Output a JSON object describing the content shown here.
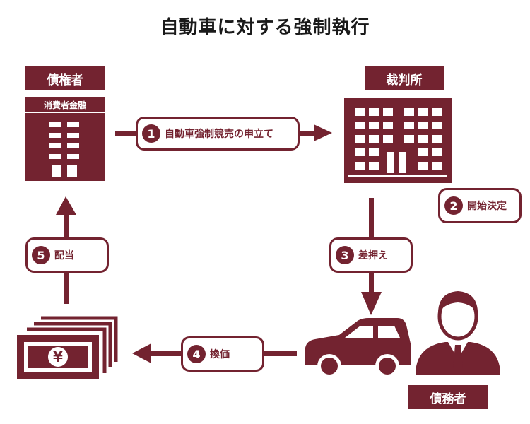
{
  "title": "自動車に対する強制執行",
  "creditor": {
    "label": "債権者",
    "sublabel": "消費者金融"
  },
  "court": {
    "label": "裁判所"
  },
  "debtor": {
    "label": "債務者"
  },
  "steps": [
    {
      "num": "1",
      "label": "自動車強制競売の申立て"
    },
    {
      "num": "2",
      "label": "開始決定"
    },
    {
      "num": "3",
      "label": "差押え"
    },
    {
      "num": "4",
      "label": "換価"
    },
    {
      "num": "5",
      "label": "配当"
    }
  ],
  "money_symbol": "¥",
  "colors": {
    "accent": "#732330",
    "background": "#ffffff"
  },
  "icons": [
    "office-building-icon",
    "court-building-icon",
    "car-icon",
    "person-in-suit-icon",
    "banknotes-icon"
  ]
}
